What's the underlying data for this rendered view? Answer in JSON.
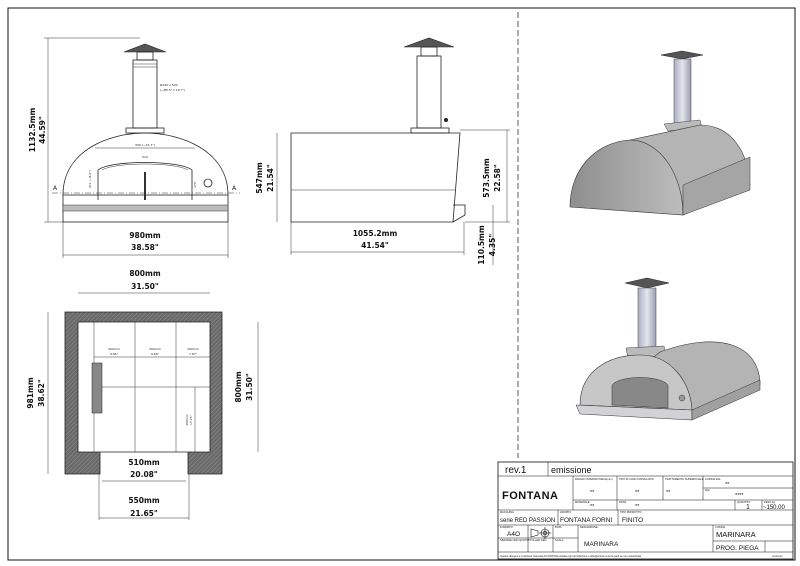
{
  "front_view": {
    "height_mm": "1132.5mm",
    "height_in": "44.59\"",
    "width_mm": "980mm",
    "width_in": "38.58\"",
    "chimney_note_1": "Ø140 x 500",
    "chimney_note_2": "(~Ø5.5\" x 19.7\")",
    "door_width": "550 (~21.7\")",
    "door_inner": "510",
    "door_height": "211 (~8.6\")",
    "door_side": "170",
    "section_mark": "A"
  },
  "side_view": {
    "height_mm": "547mm",
    "height_in": "21.54\"",
    "total_height_mm": "573.5mm",
    "total_height_in": "22.58\"",
    "ledge_mm": "110.5mm",
    "ledge_in": "4.35\"",
    "depth_mm": "1055.2mm",
    "depth_in": "41.54\""
  },
  "top_view": {
    "width_mm": "800mm",
    "width_in": "31.50\"",
    "depth_mm": "981mm",
    "depth_in": "38.62\"",
    "inner_depth_mm": "800mm",
    "inner_depth_in": "31.50\"",
    "mouth_inner_mm": "510mm",
    "mouth_inner_in": "20.08\"",
    "mouth_outer_mm": "550mm",
    "mouth_outer_in": "21.65\"",
    "tiles": [
      {
        "mm": "250mm",
        "in": "9.84\""
      },
      {
        "mm": "250mm",
        "in": "9.84\""
      },
      {
        "mm": "200mm",
        "in": "7.87\""
      }
    ],
    "tile_vertical": {
      "mm": "400mm",
      "in": "15.75\""
    }
  },
  "title_block": {
    "rev": "rev.1",
    "emission": "emissione",
    "logo": "FONTANA",
    "raggio_label": "RAGGIO INTERNO PIEGA(mm)",
    "raggio_value": "**",
    "cava_label": "TIPO DI CAVA CONSIGLIATO",
    "cava_value": "**",
    "trattamento_label": "TRATTAMENTO SUPERFICIALE",
    "trattamento_value": "**",
    "codice_ral_label": "CODICE RAL",
    "codice_ral_value": "**",
    "ral_label": "RAL",
    "ral_value": "****",
    "materiale_label": "MATERIALE",
    "materiale_value": "**",
    "note_label": "NOTE",
    "note_value": "**",
    "quantita_label": "QUANTITA'",
    "quantita_value": "1",
    "peso_label": "PESO Kg",
    "peso_value": "~150.00",
    "macchina_label": "MACCHINA",
    "macchina_value": "serie RED PASSION",
    "gruppo_label": "GRUPPO",
    "gruppo_value": "FONTANA FORNI",
    "tipo_label": "TIPO PRODOTTO",
    "tipo_value": "FINITO",
    "formato_label": "FORMATO",
    "formato_value": "A4O",
    "data_label": "DATA",
    "descrizione_label": "DESCRIZIONE",
    "descrizione_value": "MARINARA",
    "codice_label": "CODICE",
    "codice_value": "MARINARA",
    "sbavare_label": "SBAVARE NON QUOTATI",
    "toller_label": "TOLLER.GEN.",
    "scala_label": "SCALA",
    "prog_piega": "PROG. PIEGA",
    "disclaimer": "Questo disegno e' proprieta' riservata di FONTANA vietata ogni riproduzione o divulgazione a terze parti se non autorizzata",
    "disclaimer_code": "xxxxxxxx"
  }
}
